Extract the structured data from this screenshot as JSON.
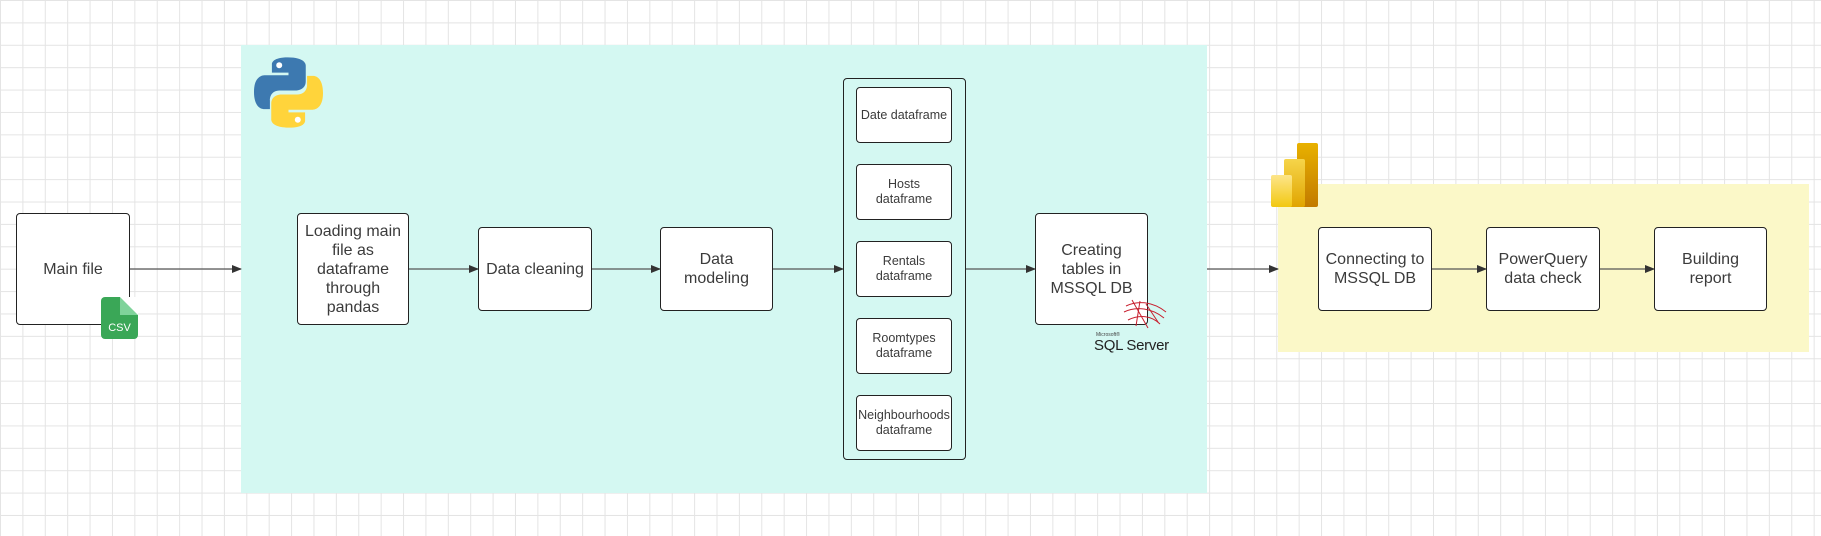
{
  "nodes": {
    "main_file": "Main file",
    "loading": "Loading main file as dataframe through pandas",
    "cleaning": "Data cleaning",
    "modeling": "Data modeling",
    "df_date": "Date dataframe",
    "df_hosts": "Hosts dataframe",
    "df_rentals": "Rentals dataframe",
    "df_roomtypes": "Roomtypes dataframe",
    "df_neighbourhoods": "Neighbourhoods dataframe",
    "creating_tables": "Creating tables in MSSQL DB",
    "connecting": "Connecting to MSSQL DB",
    "powerquery": "PowerQuery data check",
    "report": "Building report"
  },
  "badges": {
    "csv": "CSV",
    "sql_server": "SQL Server",
    "sql_microsoft": "Microsoft®"
  },
  "colors": {
    "python_region": "#d4f8f2",
    "powerbi_region": "#fbf8c8",
    "csv_green": "#3aa757",
    "python_blue": "#3d79b0",
    "python_yellow": "#ffd43b",
    "powerbi_gold": "#f2c811",
    "sql_red": "#c8202f"
  },
  "icons": {
    "python": "python-logo-icon",
    "powerbi": "powerbi-logo-icon",
    "sql_server": "sql-server-logo-icon",
    "csv": "csv-file-icon"
  }
}
